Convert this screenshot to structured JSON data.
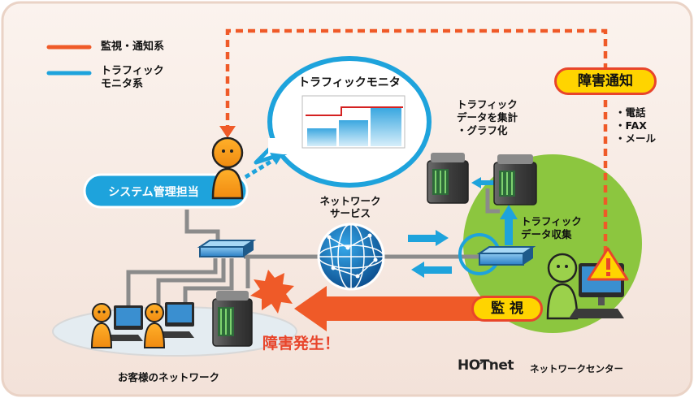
{
  "colors": {
    "monitor_line": "#ef5a28",
    "traffic_line": "#1ea3dc",
    "background": "#f7ece6",
    "green_zone": "#8cc63f",
    "badge_fill": "#ffd400"
  },
  "legend": {
    "monitor": "監視・通知系",
    "traffic_line1": "トラフィック",
    "traffic_line2": "モニタ系"
  },
  "bubble": {
    "title": "トラフィックモニタ"
  },
  "system_admin": "システム管理担当",
  "network_service": {
    "line1": "ネットワーク",
    "line2": "サービス"
  },
  "aggregate": {
    "line1": "トラフィック",
    "line2": "データを集計",
    "line3": "・グラフ化"
  },
  "collect": {
    "line1": "トラフィック",
    "line2": "データ収集"
  },
  "alert_badge": "障害通知",
  "notify_methods": [
    "・電話",
    "・FAX",
    "・メール"
  ],
  "monitor_badge": "監 視",
  "failure_text": "障害発生！",
  "customer_network": "お客様のネットワーク",
  "brand": {
    "logo": "HOTnet",
    "center": "ネットワークセンター"
  },
  "icons": [
    "person-icon",
    "server-icon",
    "router-icon",
    "globe-icon",
    "computer-icon",
    "warning-icon",
    "burst-icon"
  ]
}
